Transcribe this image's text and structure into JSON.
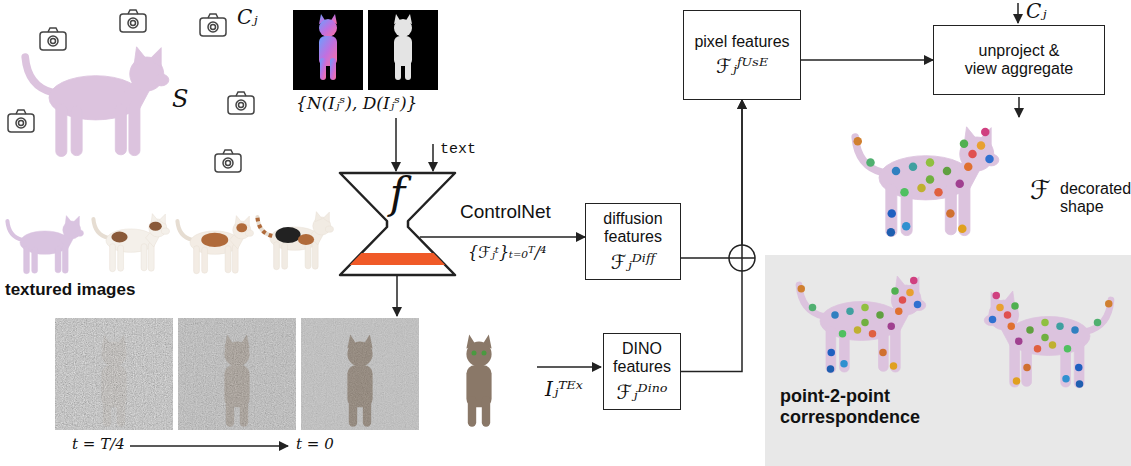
{
  "diagram": {
    "nodes": [
      {
        "text": [
          "f",
          "ControlNet"
        ]
      },
      {
        "text": [
          "diffusion features",
          "ℱⱼᴰⁱᶠᶠ"
        ]
      },
      {
        "text": [
          "DINO features",
          "ℱⱼᴰⁱⁿᵒ"
        ]
      },
      {
        "text": [
          "pixel features",
          "ℱⱼᶠᵁˢᴱ"
        ]
      },
      {
        "text": [
          "unproject & view aggregate"
        ]
      }
    ],
    "edges": [
      {
        "from": 0,
        "to": 1,
        "arrow": "to",
        "label": "{ℱⱼᵗ}ₜ₌₀ᵀ/⁴"
      },
      {
        "from": 1,
        "to": 3,
        "arrow": "to"
      },
      {
        "from": 2,
        "to": 3,
        "arrow": "to"
      },
      {
        "from": 3,
        "to": 4,
        "arrow": "to"
      }
    ],
    "labels": [
      "S",
      "Cⱼ",
      "{N(Iⱼˢ), D(Iⱼˢ)}",
      "text",
      "textured images",
      "t = T/4",
      "t = 0",
      "Iⱼᵀᴱˣ",
      "Cⱼ",
      "ℱ",
      "decorated shape",
      "point-2-point correspondence"
    ]
  }
}
